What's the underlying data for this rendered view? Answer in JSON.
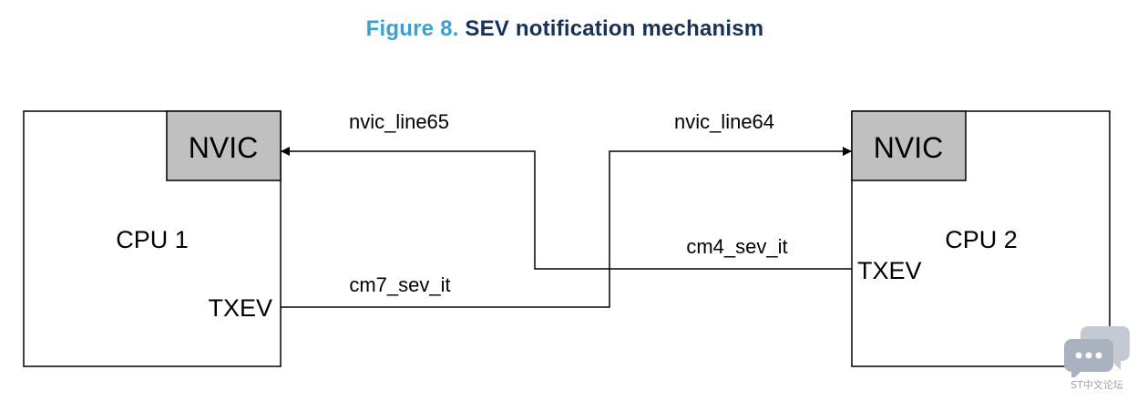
{
  "figure": {
    "number": "Figure 8.",
    "title": "SEV notification mechanism"
  },
  "cpu1": {
    "label": "CPU 1",
    "nvic_label": "NVIC",
    "txev_label": "TXEV"
  },
  "cpu2": {
    "label": "CPU 2",
    "nvic_label": "NVIC",
    "txev_label": "TXEV"
  },
  "signals": {
    "nvic_line65": "nvic_line65",
    "nvic_line64": "nvic_line64",
    "cm7_sev_it": "cm7_sev_it",
    "cm4_sev_it": "cm4_sev_it"
  },
  "colors": {
    "figure_number": "#3a9fd8",
    "figure_title": "#14325a",
    "nvic_fill": "#c0c0c0",
    "line": "#000000",
    "watermark": "#a9b3bf"
  },
  "watermark": {
    "icon": "chat-bubbles-icon",
    "label": "ST中文论坛"
  }
}
